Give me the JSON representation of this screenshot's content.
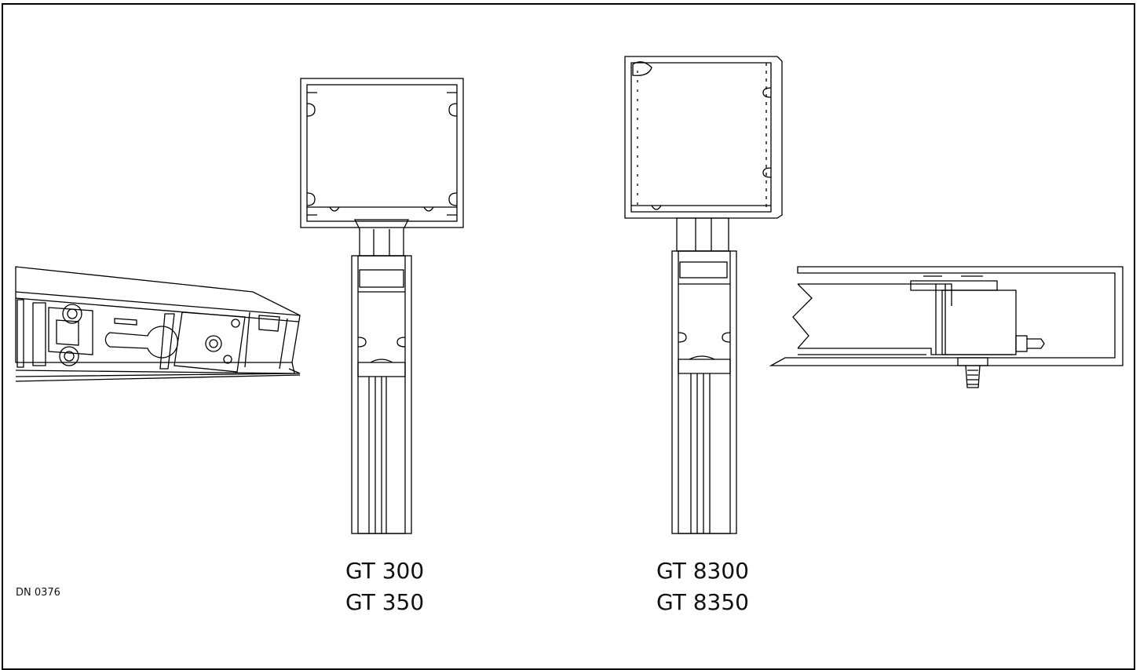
{
  "document_code": "DN 0376",
  "profiles": [
    {
      "line1": "GT 300",
      "line2": "GT 350"
    },
    {
      "line1": "GT 8300",
      "line2": "GT 8350"
    }
  ],
  "colors": {
    "ink": "#000000",
    "paper": "#ffffff"
  }
}
